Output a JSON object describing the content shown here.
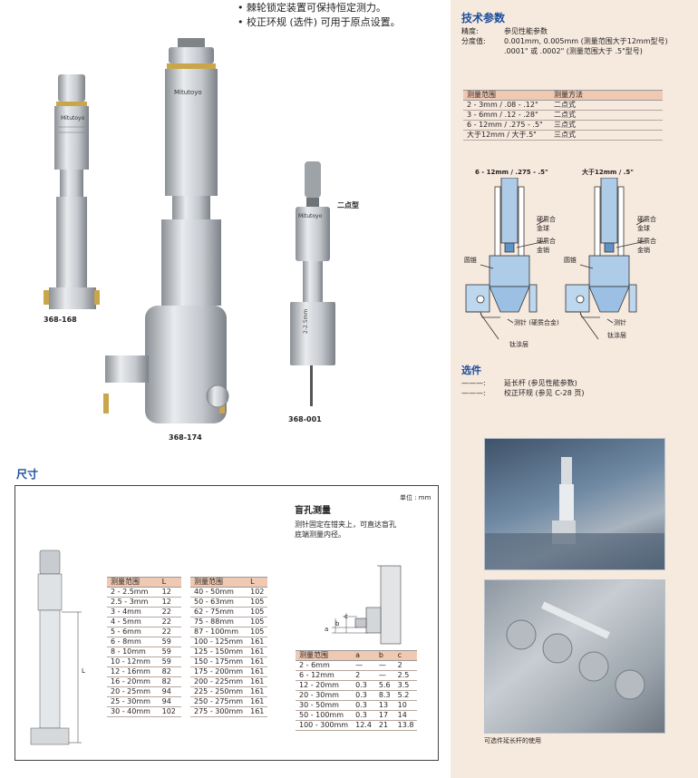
{
  "features": [
    "棘轮锁定装置可保持恒定测力。",
    "校正环规 (选件) 可用于原点设置。"
  ],
  "models": {
    "m1": "368-168",
    "m2": "368-174",
    "m3": "368-001"
  },
  "two_point_label": "二点型",
  "specs": {
    "title": "技术参数",
    "accuracy_label": "精度:",
    "accuracy_value": "参见性能参数",
    "resolution_label": "分度值:",
    "resolution_line1": "0.001mm, 0.005mm (测量范围大于12mm型号)",
    "resolution_line2": ".0001\" 或 .0002\" (测量范围大于 .5\"型号)",
    "table_headers": [
      "测量范围",
      "测量方法"
    ],
    "table_rows": [
      [
        "2 - 3mm / .08 - .12\"",
        "二点式"
      ],
      [
        "3 - 6mm / .12 - .28\"",
        "二点式"
      ],
      [
        "6 - 12mm / .275 - .5\"",
        "三点式"
      ],
      [
        "大于12mm / 大于.5\"",
        "三点式"
      ]
    ]
  },
  "diagrams": {
    "left_title": "6 - 12mm / .275 - .5\"",
    "right_title": "大于12mm / .5\"",
    "left_labels": [
      "硬质合",
      "金球",
      "硬质合",
      "金销",
      "圆锥",
      "测针 (硬质合金)",
      "钛涂层"
    ],
    "right_labels": [
      "硬质合",
      "金球",
      "硬质合",
      "金销",
      "圆锥",
      "测针",
      "钛涂层"
    ]
  },
  "options": {
    "title": "选件",
    "items": [
      {
        "dash": "———:",
        "text": "延长杆 (参见性能参数)"
      },
      {
        "dash": "———:",
        "text": "校正环规 (参见 C-28 页)"
      }
    ]
  },
  "photo_caption": "可选件延长杆的使用",
  "dimensions": {
    "title": "尺寸",
    "unit": "单位 : mm",
    "blind_title": "盲孔测量",
    "blind_text_1": "测针固定在钳夹上，可直达盲孔",
    "blind_text_2": "底端测量内径。",
    "dim_L": "L",
    "dim_a": "a",
    "dim_b": "b",
    "dim_c": "c",
    "table1_headers": [
      "测量范围",
      "L"
    ],
    "table1_rows": [
      [
        "2 - 2.5mm",
        "12"
      ],
      [
        "2.5 - 3mm",
        "12"
      ],
      [
        "3 - 4mm",
        "22"
      ],
      [
        "4 - 5mm",
        "22"
      ],
      [
        "5 - 6mm",
        "22"
      ],
      [
        "6 - 8mm",
        "59"
      ],
      [
        "8 - 10mm",
        "59"
      ],
      [
        "10 - 12mm",
        "59"
      ],
      [
        "12 - 16mm",
        "82"
      ],
      [
        "16 - 20mm",
        "82"
      ],
      [
        "20 - 25mm",
        "94"
      ],
      [
        "25 - 30mm",
        "94"
      ],
      [
        "30 - 40mm",
        "102"
      ]
    ],
    "table2_headers": [
      "测量范围",
      "L"
    ],
    "table2_rows": [
      [
        "40 - 50mm",
        "102"
      ],
      [
        "50 - 63mm",
        "105"
      ],
      [
        "62 - 75mm",
        "105"
      ],
      [
        "75 - 88mm",
        "105"
      ],
      [
        "87 - 100mm",
        "105"
      ],
      [
        "100 - 125mm",
        "161"
      ],
      [
        "125 - 150mm",
        "161"
      ],
      [
        "150 - 175mm",
        "161"
      ],
      [
        "175 - 200mm",
        "161"
      ],
      [
        "200 - 225mm",
        "161"
      ],
      [
        "225 - 250mm",
        "161"
      ],
      [
        "250 - 275mm",
        "161"
      ],
      [
        "275 - 300mm",
        "161"
      ]
    ],
    "table3_headers": [
      "测量范围",
      "a",
      "b",
      "c"
    ],
    "table3_rows": [
      [
        "2 - 6mm",
        "—",
        "—",
        "2"
      ],
      [
        "6 - 12mm",
        "2",
        "—",
        "2.5"
      ],
      [
        "12 - 20mm",
        "0.3",
        "5.6",
        "3.5"
      ],
      [
        "20 - 30mm",
        "0.3",
        "8.3",
        "5.2"
      ],
      [
        "30 - 50mm",
        "0.3",
        "13",
        "10"
      ],
      [
        "50 - 100mm",
        "0.3",
        "17",
        "14"
      ],
      [
        "100 - 300mm",
        "12.4",
        "21",
        "13.8"
      ]
    ]
  }
}
